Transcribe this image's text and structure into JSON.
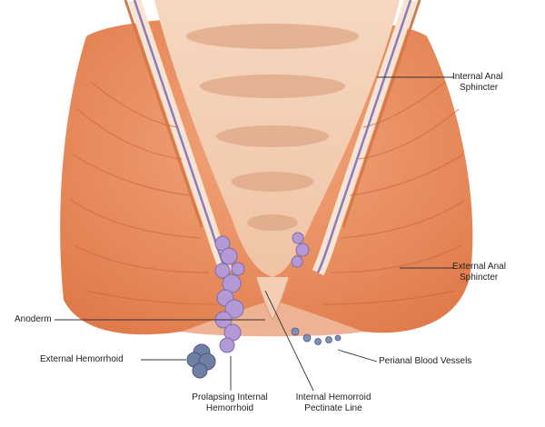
{
  "labels": {
    "internal_anal_sphincter": {
      "line1": "Internal Anal",
      "line2": "Sphincter"
    },
    "external_anal_sphincter": {
      "line1": "External Anal",
      "line2": "Sphincter"
    },
    "anoderm": "Anoderm",
    "external_hemorrhoid": "External Hemorrhoid",
    "perianal_blood_vessels": "Perianal Blood Vessels",
    "prolapsing_internal_hemorrhoid": {
      "line1": "Prolapsing Internal",
      "line2": "Hemorrhoid"
    },
    "internal_hemorroid_pectinate_line": {
      "line1": "Internal Hemorroid",
      "line2": "Pectinate Line"
    }
  },
  "colors": {
    "muscle": "#e8895a",
    "muscle_dark": "#c9633a",
    "lumen": "#f1c6a8",
    "lumen_fold": "#dca583",
    "mucosa_purple": "#8c7bbd",
    "hemorrhoid": "#b39ad6",
    "external_hemorrhoid": "#6f7fa6",
    "blood_vessel": "#7f8fb8"
  }
}
